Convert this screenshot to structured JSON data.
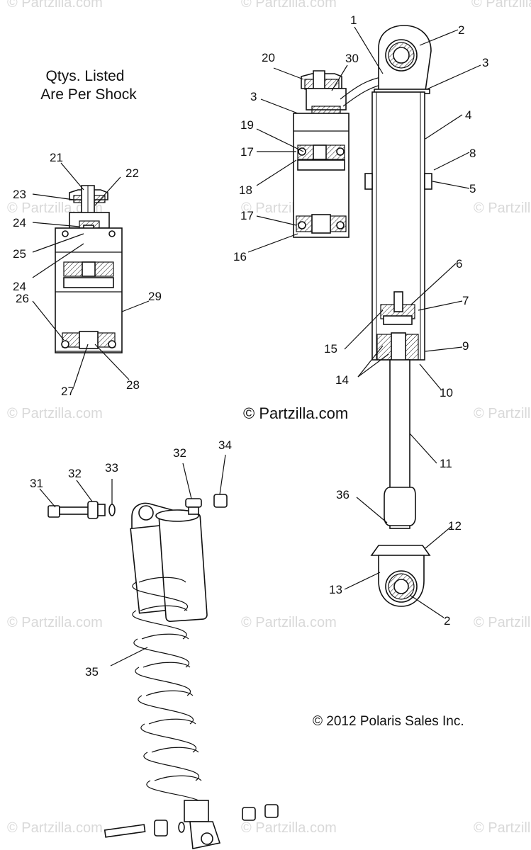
{
  "note": {
    "line1": "Qtys. Listed",
    "line2": "Are Per Shock"
  },
  "watermark": "© Partzilla.com",
  "center_watermark": "© Partzilla.com",
  "copyright": "© 2012 Polaris Sales Inc.",
  "callouts": [
    "1",
    "2",
    "3",
    "4",
    "5",
    "6",
    "7",
    "8",
    "9",
    "10",
    "11",
    "12",
    "13",
    "14",
    "15",
    "16",
    "17",
    "18",
    "19",
    "20",
    "21",
    "22",
    "23",
    "24",
    "25",
    "26",
    "27",
    "28",
    "29",
    "30",
    "31",
    "32",
    "33",
    "34",
    "35",
    "36"
  ]
}
